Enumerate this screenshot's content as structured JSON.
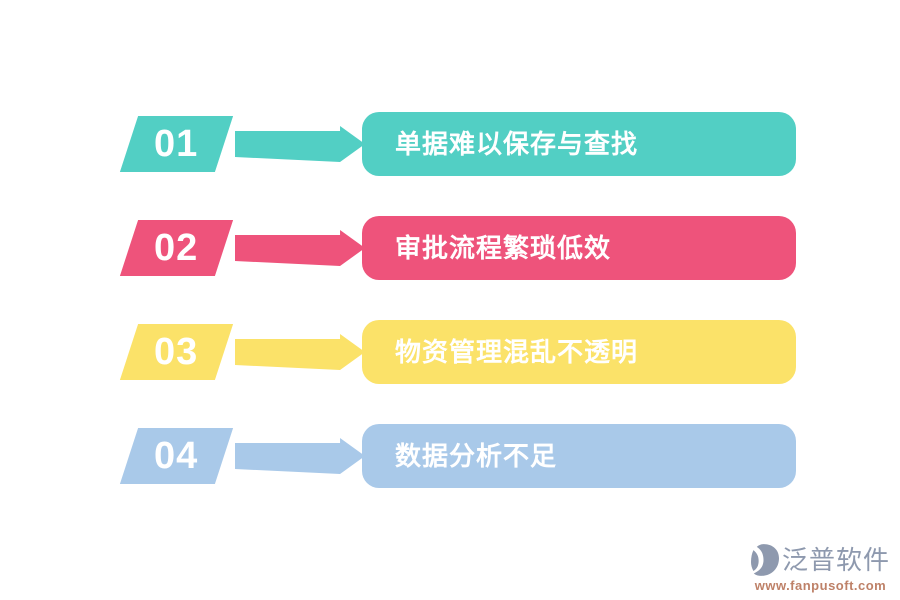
{
  "steps": [
    {
      "number": "01",
      "label": "单据难以保存与查找",
      "color": "#52CFC4"
    },
    {
      "number": "02",
      "label": "审批流程繁琐低效",
      "color": "#EE537B"
    },
    {
      "number": "03",
      "label": "物资管理混乱不透明",
      "color": "#FBE269"
    },
    {
      "number": "04",
      "label": "数据分析不足",
      "color": "#A9C9E9"
    }
  ],
  "text_color": "#FFFFFF",
  "watermark": {
    "brand": "泛普软件",
    "url": "www.fanpusoft.com",
    "brand_color": "#8E99AE",
    "url_color": "#BE8168"
  }
}
